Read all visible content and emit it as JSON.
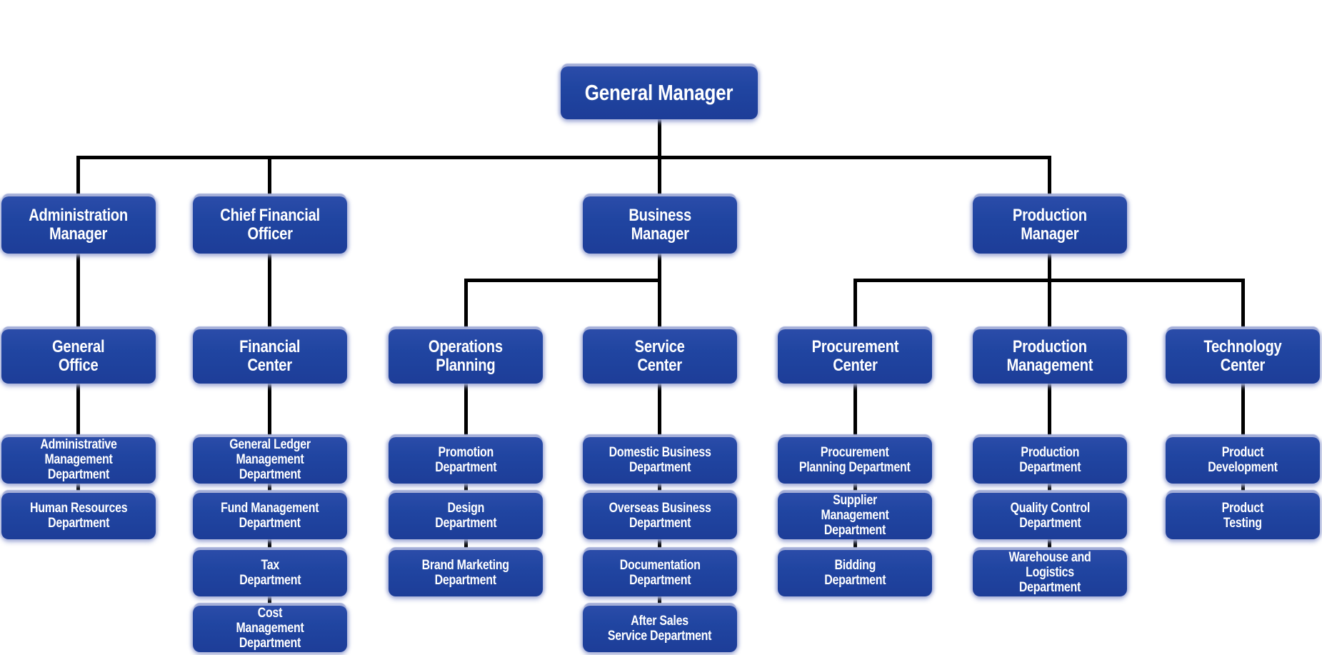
{
  "diagram_type": "organization-chart",
  "colors": {
    "node_fill": "#1f419f",
    "node_glow": "#a4aed8",
    "node_text": "#ffffff",
    "connector": "#000000",
    "background": "#ffffff"
  },
  "org": {
    "root": {
      "label": "General Manager",
      "children": [
        {
          "label": "Administration\nManager",
          "children": [
            {
              "label": "General\nOffice",
              "children": [
                {
                  "label": "Administrative\nManagement Department"
                },
                {
                  "label": "Human Resources\nDepartment"
                }
              ]
            }
          ]
        },
        {
          "label": "Chief Financial\nOfficer",
          "children": [
            {
              "label": "Financial\nCenter",
              "children": [
                {
                  "label": "General Ledger\nManagement Department"
                },
                {
                  "label": "Fund Management\nDepartment"
                },
                {
                  "label": "Tax\nDepartment"
                },
                {
                  "label": "Cost\nManagement Department"
                }
              ]
            }
          ]
        },
        {
          "label": "Business\nManager",
          "children": [
            {
              "label": "Operations\nPlanning",
              "children": [
                {
                  "label": "Promotion\nDepartment"
                },
                {
                  "label": "Design\nDepartment"
                },
                {
                  "label": "Brand Marketing\nDepartment"
                }
              ]
            },
            {
              "label": "Service\nCenter",
              "children": [
                {
                  "label": "Domestic Business\nDepartment"
                },
                {
                  "label": "Overseas Business\nDepartment"
                },
                {
                  "label": "Documentation\nDepartment"
                },
                {
                  "label": "After Sales\nService Department"
                }
              ]
            }
          ]
        },
        {
          "label": "Production\nManager",
          "children": [
            {
              "label": "Procurement\nCenter",
              "children": [
                {
                  "label": "Procurement\nPlanning Department"
                },
                {
                  "label": "Supplier\nManagement Department"
                },
                {
                  "label": "Bidding\nDepartment"
                }
              ]
            },
            {
              "label": "Production\nManagement",
              "children": [
                {
                  "label": "Production\nDepartment"
                },
                {
                  "label": "Quality Control\nDepartment"
                },
                {
                  "label": "Warehouse and Logistics\nDepartment"
                }
              ]
            },
            {
              "label": "Technology\nCenter",
              "children": [
                {
                  "label": "Product\nDevelopment"
                },
                {
                  "label": "Product\nTesting"
                }
              ]
            }
          ]
        }
      ]
    }
  }
}
